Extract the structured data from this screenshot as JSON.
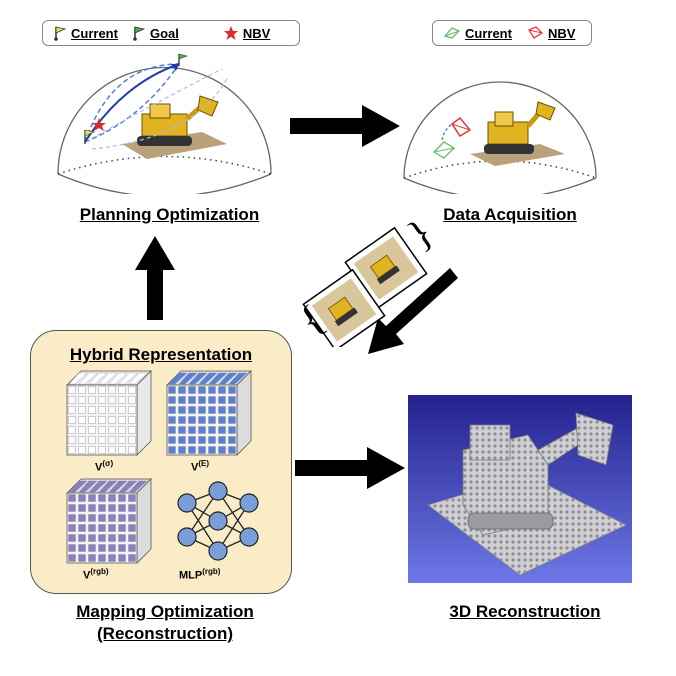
{
  "legend_left": {
    "current": "Current",
    "goal": "Goal",
    "nbv": "NBV"
  },
  "legend_right": {
    "current": "Current",
    "nbv": "NBV"
  },
  "captions": {
    "planning": "Planning Optimization",
    "acquisition": "Data Acquisition",
    "mapping_line1": "Mapping Optimization",
    "mapping_line2": "(Reconstruction)",
    "reconstruction": "3D Reconstruction"
  },
  "hybrid": {
    "title": "Hybrid Representation",
    "v_sigma_base": "V",
    "v_sigma_sup": "(σ)",
    "v_e_base": "V",
    "v_e_sup": "(E)",
    "v_rgb_base": "V",
    "v_rgb_sup": "(rgb)",
    "mlp_base": "MLP",
    "mlp_sup": "(rgb)"
  },
  "colors": {
    "flag_current": "#e8e34a",
    "flag_goal": "#4caf50",
    "star_nbv": "#d32f2f",
    "panel_bg": "#fbecc8",
    "voxel_blue": "#5b7fd6",
    "voxel_purple": "#8a7fc2",
    "nn_node": "#7a9fd8",
    "recon_bg": "#3a3db8"
  },
  "icons": {
    "current_flag": "flag-yellow-icon",
    "goal_flag": "flag-green-icon",
    "nbv_star": "star-red-icon",
    "camera_green": "camera-frustum-green-icon",
    "camera_red": "camera-frustum-red-icon"
  }
}
